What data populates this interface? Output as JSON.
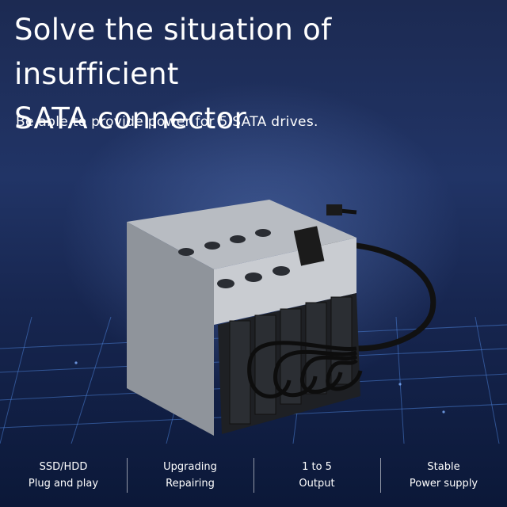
{
  "headline": {
    "line1": "Solve the situation of insufficient",
    "line2": "SATA connector"
  },
  "subheadline": "Be able to provide power for 5 SATA drives.",
  "features": [
    {
      "line1": "SSD/HDD",
      "line2": "Plug and play"
    },
    {
      "line1": "Upgrading",
      "line2": "Repairing"
    },
    {
      "line1": "1 to 5",
      "line2": "Output"
    },
    {
      "line1": "Stable",
      "line2": "Power supply"
    }
  ],
  "colors": {
    "background_top": "#213466",
    "background_bottom": "#0b1838",
    "text": "#ffffff",
    "grid_lines": "#4a7fd6"
  }
}
